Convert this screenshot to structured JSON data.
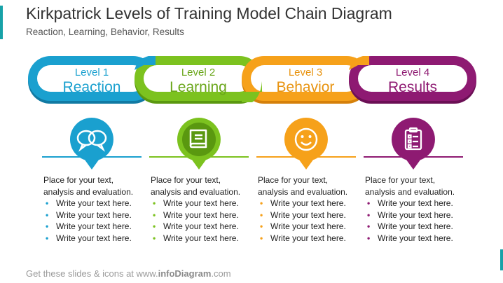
{
  "title": "Kirkpatrick Levels of Training Model Chain Diagram",
  "subtitle": "Reaction, Learning, Behavior, Results",
  "levels": [
    {
      "level": "Level 1",
      "name": "Reaction",
      "color": "#1aa0cf",
      "dark": "#117aa3",
      "icon": "speech-bubbles-icon"
    },
    {
      "level": "Level 2",
      "name": "Learning",
      "color": "#7cc21f",
      "dark": "#5a9810",
      "icon": "book-icon"
    },
    {
      "level": "Level 3",
      "name": "Behavior",
      "color": "#f6a11a",
      "dark": "#d5800a",
      "icon": "smiley-icon"
    },
    {
      "level": "Level 4",
      "name": "Results",
      "color": "#8e1a72",
      "dark": "#6b0f55",
      "icon": "clipboard-checklist-icon"
    }
  ],
  "columns": [
    {
      "intro": "Place for your text, analysis and evaluation.",
      "bullets": [
        "Write your text here.",
        "Write your text here.",
        "Write your text here.",
        "Write your text here."
      ]
    },
    {
      "intro": "Place for your text, analysis and evaluation.",
      "bullets": [
        "Write your text here.",
        "Write your text here.",
        "Write your text here.",
        "Write your text here."
      ]
    },
    {
      "intro": "Place for your text, analysis and evaluation.",
      "bullets": [
        "Write your text here.",
        "Write your text here.",
        "Write your text here.",
        "Write your text here."
      ]
    },
    {
      "intro": "Place for your text, analysis and evaluation.",
      "bullets": [
        "Write your text here.",
        "Write your text here.",
        "Write your text here.",
        "Write your text here."
      ]
    }
  ],
  "footer": {
    "prefix": "Get these slides & icons at www.",
    "brand": "infoDiagram",
    "suffix": ".com"
  }
}
